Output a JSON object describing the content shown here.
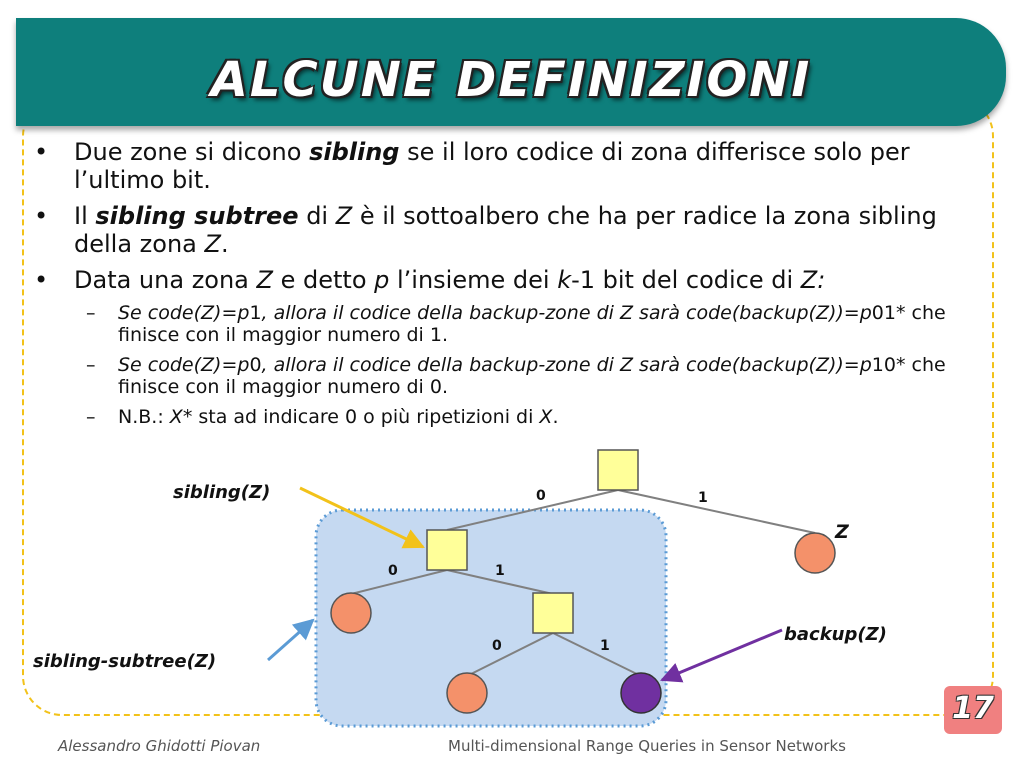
{
  "title": "ALCUNE DEFINIZIONI",
  "bullets": {
    "b1": {
      "mark": "•",
      "t1": "Due zone si dicono ",
      "t2": "sibling",
      "t3": " se il loro codice di zona differisce solo per l’ultimo bit."
    },
    "b2": {
      "mark": "•",
      "t1": "Il ",
      "t2": "sibling subtree",
      "t3": " di ",
      "t4": "Z",
      "t5": " è il sottoalbero che ha per radice la zona sibling della zona ",
      "t6": "Z",
      "t7": "."
    },
    "b3": {
      "mark": "•",
      "t1": "Data una zona ",
      "t2": "Z",
      "t3": " e detto ",
      "t4": "p",
      "t5": " l’insieme dei ",
      "t6": "k",
      "t7": "-1 bit del codice di ",
      "t8": "Z:"
    }
  },
  "subbullets": {
    "s1": {
      "mark": "–",
      "t1": "Se code(Z)=p",
      "t2": "1",
      "t3": ", allora il codice della backup-zone di Z sarà code(backup(Z))=p",
      "t4": "01*",
      "t5": " che finisce con il maggior numero di 1."
    },
    "s2": {
      "mark": "–",
      "t1": "Se code(Z)=p",
      "t2": "0",
      "t3": ", allora il codice della backup-zone di Z sarà code(backup(Z))=p",
      "t4": "10*",
      "t5": " che finisce con il maggior numero di 0."
    },
    "s3": {
      "mark": "–",
      "t1": "N.B.: ",
      "t2": "X",
      "t3": "* sta ad indicare 0 o più ripetizioni di ",
      "t4": "X",
      "t5": "."
    }
  },
  "diagram": {
    "edge_labels": [
      "0",
      "1",
      "0",
      "1",
      "0",
      "1"
    ],
    "label_z": "Z",
    "label_sibling": "sibling(Z)",
    "label_subtree": "sibling-subtree(Z)",
    "label_backup": "backup(Z)",
    "colors": {
      "square_fill": "#ffff99",
      "leaf_fill": "#f4916a",
      "backup_fill": "#7030a0",
      "subtree_bg": "#c5d9f1",
      "arrow_sibling": "#f2c21a",
      "arrow_subtree": "#5b9bd5",
      "arrow_backup": "#7030a0"
    }
  },
  "page_number": "17",
  "footer": {
    "author": "Alessandro Ghidotti Piovan",
    "course": "Multi-dimensional Range Queries in Sensor Networks"
  }
}
